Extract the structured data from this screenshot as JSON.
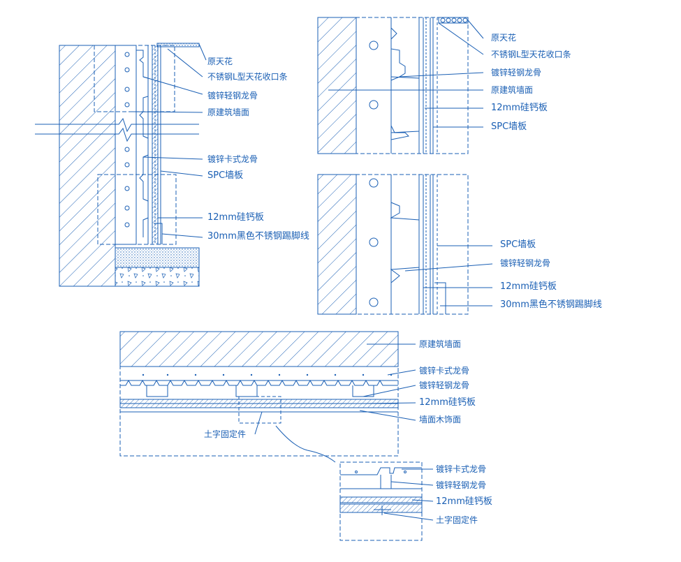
{
  "colors": {
    "ink": "#1a5fb4",
    "background": "#ffffff"
  },
  "detail_a": {
    "labels": [
      "原天花",
      "不锈钢L型天花收口条",
      "镀锌轻钢龙骨",
      "原建筑墙面",
      "镀锌卡式龙骨",
      "SPC墙板",
      "12mm硅钙板",
      "30mm黑色不锈钢踢脚线"
    ]
  },
  "detail_b": {
    "labels": [
      "原天花",
      "不锈钢L型天花收口条",
      "镀锌轻钢龙骨",
      "原建筑墙面",
      "12mm硅钙板",
      "SPC墙板"
    ]
  },
  "detail_c": {
    "labels": [
      "SPC墙板",
      "镀锌轻钢龙骨",
      "12mm硅钙板",
      "30mm黑色不锈钢踢脚线"
    ]
  },
  "detail_d": {
    "labels": [
      "原建筑墙面",
      "镀锌卡式龙骨",
      "镀锌轻钢龙骨",
      "12mm硅钙板",
      "墙面木饰面",
      "土字固定件"
    ]
  },
  "detail_e": {
    "labels": [
      "镀锌卡式龙骨",
      "镀锌轻钢龙骨",
      "12mm硅钙板",
      "土字固定件"
    ]
  }
}
